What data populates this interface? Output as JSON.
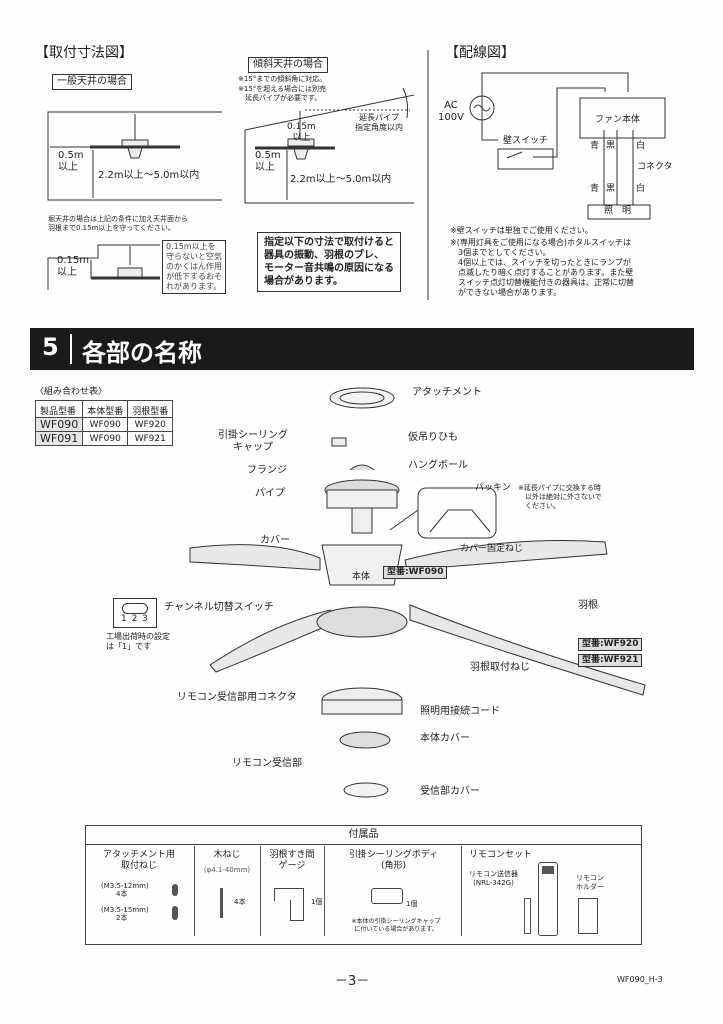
{
  "dimensions": {
    "title": "【取付寸法図】",
    "normal": {
      "label": "一般天井の場合",
      "side": "0.5m\n以上",
      "height": "2.2m以上～5.0m以内"
    },
    "recessed": {
      "note": "堀天井の場合は上記の条件に加え天井面から\n羽根まで0.15m以上を守ってください。",
      "clearance": "0.15m\n以上",
      "warning": "0.15m以上を\n守らないと空気\nのかくはん作用\nが低下するおそ\nれがあります。"
    },
    "sloped": {
      "label": "傾斜天井の場合",
      "note1": "※15°までの傾斜角に対応。",
      "note2": "※15°を超える場合には別売\n　延長パイプが必要です。",
      "clearance": "0.15m\n以上",
      "pipe": "延長パイプ\n指定角度以内",
      "side": "0.5m\n以上",
      "height": "2.2m以上～5.0m以内"
    },
    "caution": "指定以下の寸法で取付けると\n器具の振動、羽根のブレ、\nモーター音共鳴の原因になる\n場合があります。"
  },
  "wiring": {
    "title": "【配線図】",
    "ac": "AC\n100V",
    "wall_switch": "壁スイッチ",
    "fan_body": "ファン本体",
    "blue": "青",
    "black": "黒",
    "white": "白",
    "connector": "コネクタ",
    "light": "照　明",
    "note1": "※壁スイッチは単独でご使用ください。",
    "note2": "※(専用灯具をご使用になる場合)ホタルスイッチは\n　3個までとしてください。\n　4個以上では、スイッチを切ったときにランプが\n　点滅したり暗く点灯することがあります。また壁\n　スイッチ点灯切替機能付きの器具は、正常に切替\n　ができない場合があります。"
  },
  "section": {
    "number": "5",
    "title": "各部の名称"
  },
  "combo": {
    "title": "〈組み合わせ表〉",
    "headers": [
      "製品型番",
      "本体型番",
      "羽根型番"
    ],
    "rows": [
      [
        "WF090",
        "WF090",
        "WF920"
      ],
      [
        "WF091",
        "WF090",
        "WF921"
      ]
    ]
  },
  "parts": {
    "attachment": "アタッチメント",
    "ceiling_cap": "引掛シーリング\nキャップ",
    "temp_string": "仮吊りひも",
    "hang_ball": "ハングボール",
    "flange": "フランジ",
    "pipe": "パイプ",
    "packing": "パッキン",
    "packing_note": "※延長パイプに交換する時\n　以外は絶対に外さないで\n　ください。",
    "cover_screw": "カバー固定ねじ",
    "cover": "カバー",
    "body": "本体",
    "body_model": "型番:WF090",
    "channel_switch": "チャンネル切替スイッチ",
    "switch_positions": "1 2 3",
    "factory_setting": "工場出荷時の設定\nは「1」です",
    "blade": "羽根",
    "blade_model1": "型番:WF920",
    "blade_model2": "型番:WF921",
    "blade_screw": "羽根取付ねじ",
    "receiver_connector": "リモコン受信部用コネクタ",
    "light_cord": "照明用接続コード",
    "body_cover": "本体カバー",
    "receiver": "リモコン受信部",
    "receiver_cover": "受信部カバー"
  },
  "accessories": {
    "title": "付属品",
    "items": [
      {
        "name": "アタッチメント用\n取付ねじ",
        "spec1": "(M3.5-12mm)",
        "qty1": "4本",
        "spec2": "(M3.5-15mm)",
        "qty2": "2本"
      },
      {
        "name": "木ねじ",
        "spec": "(φ4.1-40mm)",
        "qty": "4本"
      },
      {
        "name": "羽根すき間\nゲージ",
        "qty": "1個"
      },
      {
        "name": "引掛シーリングボディ\n(角形)",
        "qty": "1個",
        "note": "※本体の引掛シーリングキャップ\nに付いている場合があります。"
      },
      {
        "name": "リモコンセット",
        "transmitter": "リモコン送信器\n(NRL-342G)",
        "holder": "リモコン\nホルダー"
      }
    ]
  },
  "footer": {
    "page": "－3－",
    "code": "WF090_H-3"
  }
}
